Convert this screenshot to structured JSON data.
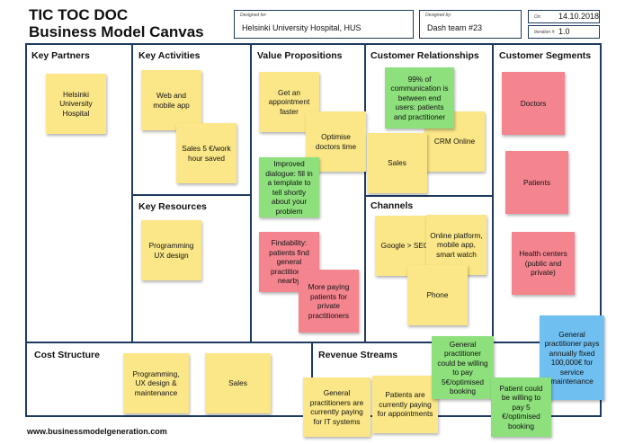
{
  "header": {
    "title_line1": "TIC TOC DOC",
    "title_line2": "Business Model Canvas",
    "designed_for_label": "Designed for:",
    "designed_for": "Helsinki University Hospital, HUS",
    "designed_by_label": "Designed by:",
    "designed_by": "Dash team #23",
    "on_label": "On:",
    "date": "14.10.2018",
    "iteration_label": "Iteration #:",
    "iteration": "1.0"
  },
  "sections": {
    "key_partners": "Key Partners",
    "key_activities": "Key Activities",
    "key_resources": "Key Resources",
    "value_propositions": "Value Propositions",
    "customer_relationships": "Customer Relationships",
    "channels": "Channels",
    "customer_segments": "Customer Segments",
    "cost_structure": "Cost Structure",
    "revenue_streams": "Revenue Streams"
  },
  "notes": {
    "kp1": "Helsinki University Hospital",
    "ka1": "Web and mobile app",
    "ka2": "Sales 5 €/work hour saved",
    "kr1": "Programming UX design",
    "vp1": "Get an appointment faster",
    "vp2": "Optimise doctors time",
    "vp3": "Improved dialogue: fill in a template to tell shortly about your problem",
    "vp4": "Findability: patients find general practitioner nearby",
    "vp5": "More paying patients for private practitioners",
    "cr1": "99% of communication is between end users: patients and practitioner",
    "cr2": "CRM Online",
    "cr3": "Sales",
    "ch1": "Google > SEO",
    "ch2": "Online platform, mobile app, smart watch",
    "ch3": "Phone",
    "cs1": "Doctors",
    "cs2": "Patients",
    "cs3": "Health centers (public and private)",
    "cs4": "General practitioner pays annually fixed 100,000€ for service maintenance",
    "cost1": "Programming, UX design & maintenance",
    "cost2": "Sales",
    "rev1": "General practitioners are currently paying for IT systems",
    "rev2": "Patients are currently paying for appointments",
    "rev3": "General practitioner could be willing to pay 5€/optimised booking",
    "rev4": "Patient could be willing to pay 5 €/optimised booking"
  },
  "footer": {
    "url": "www.businessmodelgeneration.com"
  },
  "colors": {
    "border": "#1e3a5f",
    "yellow": "#fbe787",
    "green": "#8ee07d",
    "pink": "#f4858f",
    "blue": "#6fbff0"
  }
}
